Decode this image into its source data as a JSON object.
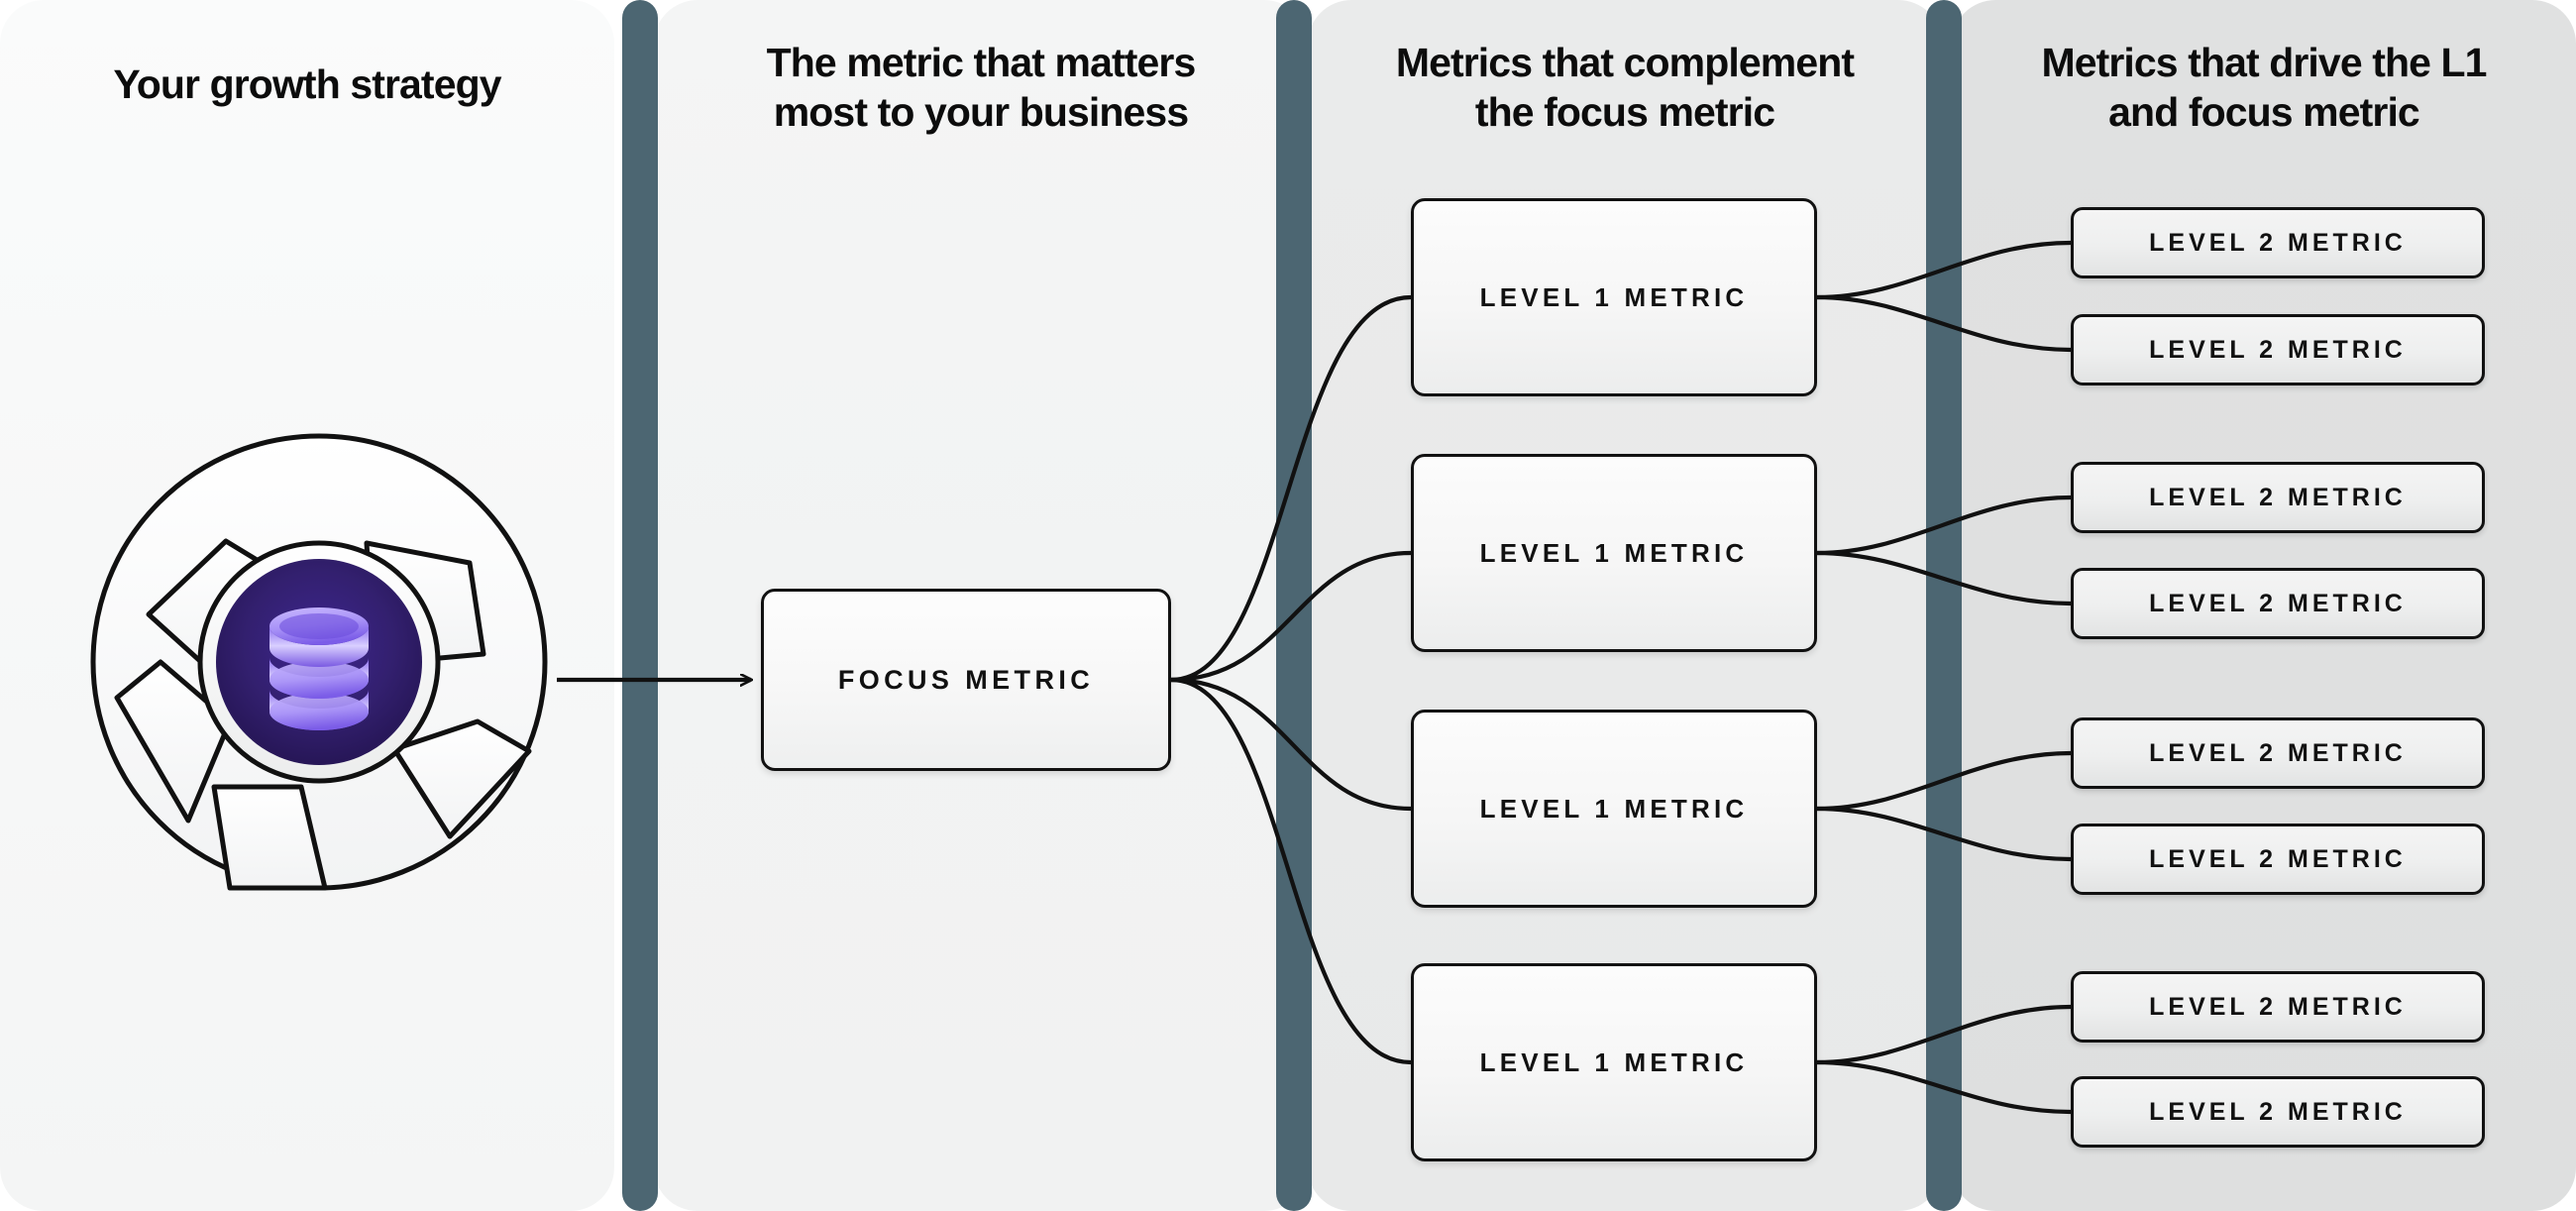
{
  "theme": {
    "divider_color": "#4c6672",
    "node_border_color": "#111111",
    "text_color": "#0c0c0c",
    "accent_purple": "#6d4ae0",
    "core_dark_purple": "#2b1a6b"
  },
  "columns": [
    {
      "id": "strategy",
      "heading": "Your growth strategy"
    },
    {
      "id": "focus",
      "heading": "The metric that matters\nmost to your business"
    },
    {
      "id": "level1",
      "heading": "Metrics that complement\nthe focus metric"
    },
    {
      "id": "level2",
      "heading": "Metrics that drive the L1\nand focus metric"
    }
  ],
  "headings": {
    "col1": "Your growth strategy",
    "col2_line1": "The metric that matters",
    "col2_line2": "most to your business",
    "col3_line1": "Metrics that complement",
    "col3_line2": "the focus metric",
    "col4_line1": "Metrics that drive the L1",
    "col4_line2": "and focus metric"
  },
  "strategy_graphic": {
    "icon_name": "database-icon",
    "shape_name": "aperture-circle"
  },
  "focus_node": {
    "label": "FOCUS METRIC"
  },
  "level1_nodes": [
    {
      "label": "LEVEL 1 METRIC"
    },
    {
      "label": "LEVEL 1 METRIC"
    },
    {
      "label": "LEVEL 1 METRIC"
    },
    {
      "label": "LEVEL 1 METRIC"
    }
  ],
  "level2_nodes": [
    {
      "label": "LEVEL 2 METRIC"
    },
    {
      "label": "LEVEL 2 METRIC"
    },
    {
      "label": "LEVEL 2 METRIC"
    },
    {
      "label": "LEVEL 2 METRIC"
    },
    {
      "label": "LEVEL 2 METRIC"
    },
    {
      "label": "LEVEL 2 METRIC"
    },
    {
      "label": "LEVEL 2 METRIC"
    },
    {
      "label": "LEVEL 2 METRIC"
    }
  ]
}
